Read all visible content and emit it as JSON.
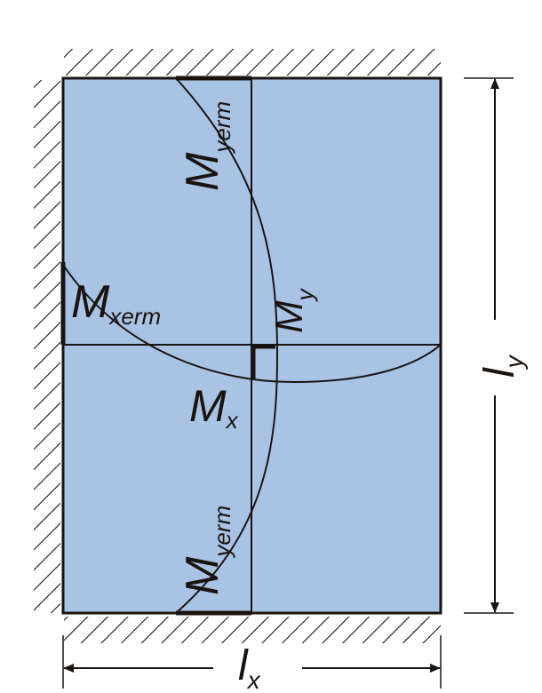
{
  "colors": {
    "plate": "#a8c3e4",
    "line": "#1a1410"
  },
  "labels": {
    "myerm_top": {
      "main": "M",
      "sub": "yerm"
    },
    "myerm_bottom": {
      "main": "M",
      "sub": "yerm"
    },
    "mxerm": {
      "main": "M",
      "sub": "xerm"
    },
    "my": {
      "main": "M",
      "sub": "y"
    },
    "mx": {
      "main": "M",
      "sub": "x"
    },
    "ly": {
      "main": "l",
      "sub": "y"
    },
    "lx": {
      "main": "l",
      "sub": "x"
    }
  }
}
